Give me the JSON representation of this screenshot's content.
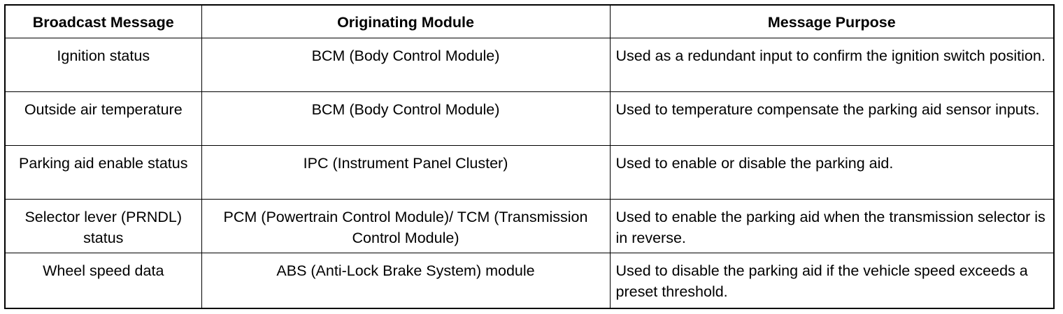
{
  "table": {
    "headers": [
      "Broadcast Message",
      "Originating Module",
      "Message Purpose"
    ],
    "rows": [
      {
        "message": "Ignition status",
        "module": "BCM (Body Control Module)",
        "purpose": "Used as a redundant input to confirm the ignition switch position."
      },
      {
        "message": "Outside air temperature",
        "module": "BCM (Body Control Module)",
        "purpose": "Used to temperature compensate the parking aid sensor inputs."
      },
      {
        "message": "Parking aid enable status",
        "module": "IPC (Instrument Panel Cluster)",
        "purpose": "Used to enable or disable the parking aid."
      },
      {
        "message": "Selector lever (PRNDL) status",
        "module": "PCM (Powertrain Control Module)/ TCM (Transmission Control Module)",
        "purpose": "Used to enable the parking aid when the transmission selector is in reverse."
      },
      {
        "message": "Wheel speed data",
        "module": "ABS (Anti-Lock Brake System) module",
        "purpose": "Used to disable the parking aid if the vehicle speed exceeds a preset threshold."
      }
    ]
  }
}
